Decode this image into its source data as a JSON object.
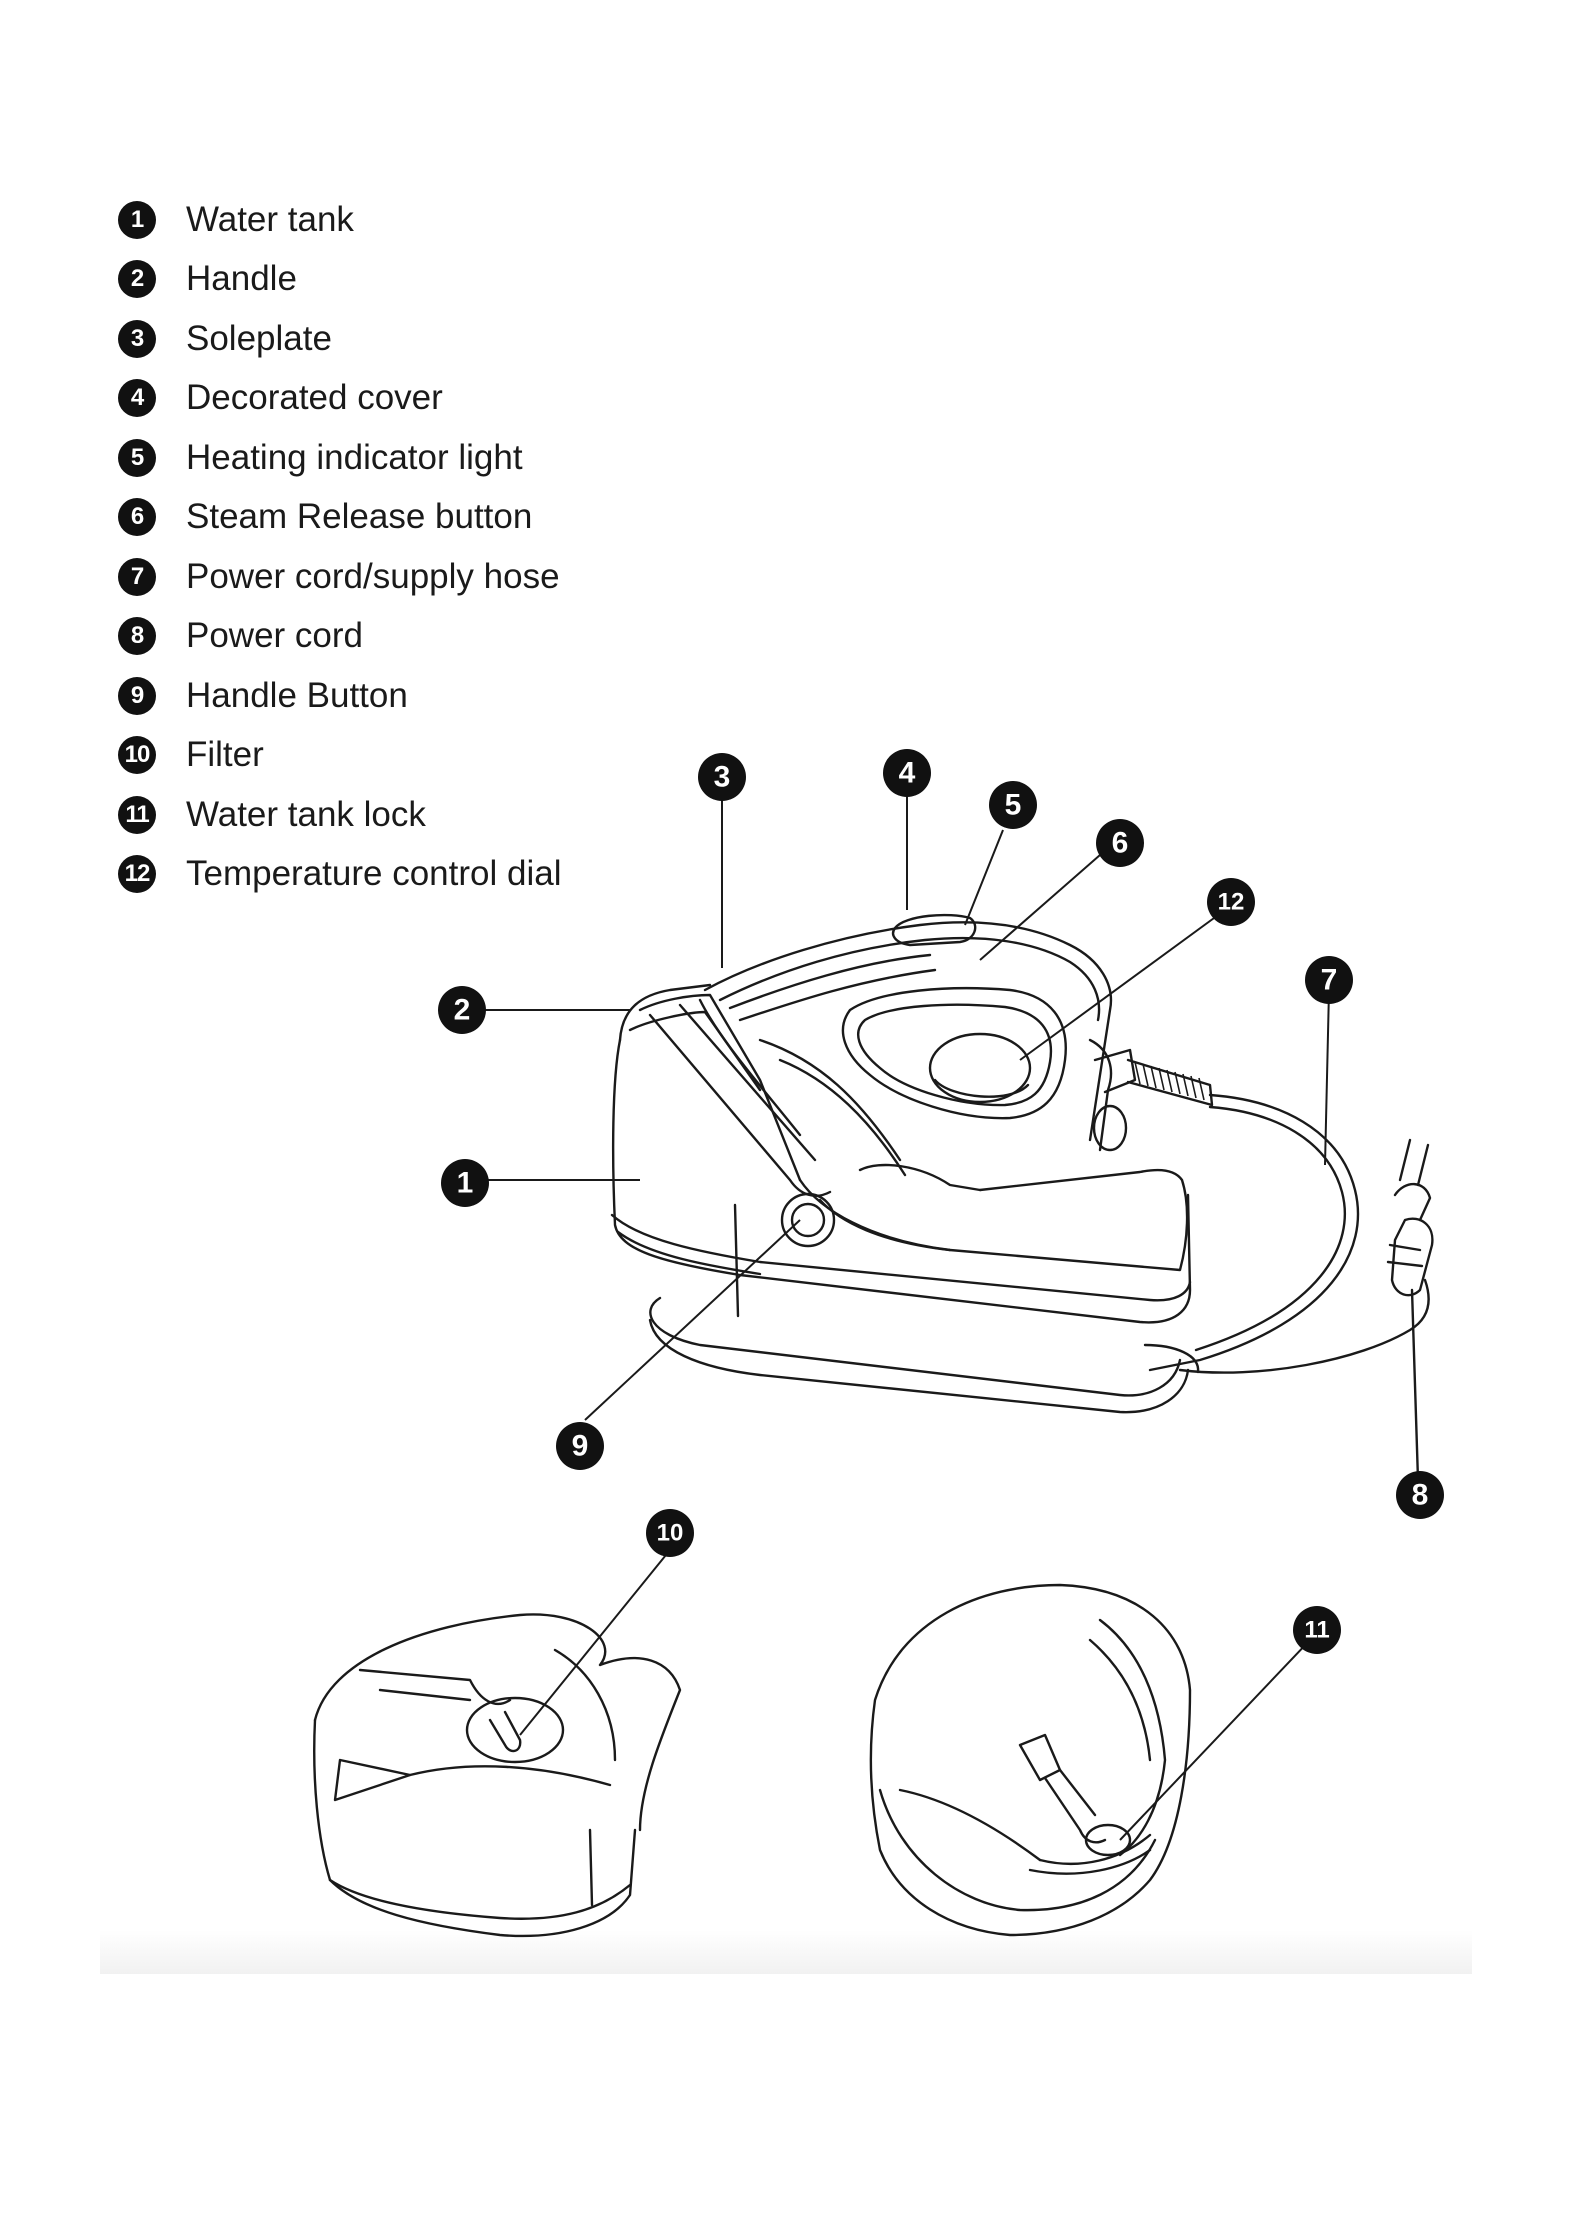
{
  "legend": [
    {
      "num": "1",
      "label": "Water tank"
    },
    {
      "num": "2",
      "label": "Handle"
    },
    {
      "num": "3",
      "label": "Soleplate"
    },
    {
      "num": "4",
      "label": "Decorated cover"
    },
    {
      "num": "5",
      "label": "Heating indicator light"
    },
    {
      "num": "6",
      "label": "Steam Release button"
    },
    {
      "num": "7",
      "label": "Power cord/supply hose"
    },
    {
      "num": "8",
      "label": "Power cord"
    },
    {
      "num": "9",
      "label": "Handle Button"
    },
    {
      "num": "10",
      "label": "Filter"
    },
    {
      "num": "11",
      "label": "Water tank lock"
    },
    {
      "num": "12",
      "label": "Temperature control dial"
    }
  ],
  "callouts": {
    "c1": "1",
    "c2": "2",
    "c3": "3",
    "c4": "4",
    "c5": "5",
    "c6": "6",
    "c7": "7",
    "c8": "8",
    "c9": "9",
    "c10": "10",
    "c11": "11",
    "c12": "12"
  }
}
